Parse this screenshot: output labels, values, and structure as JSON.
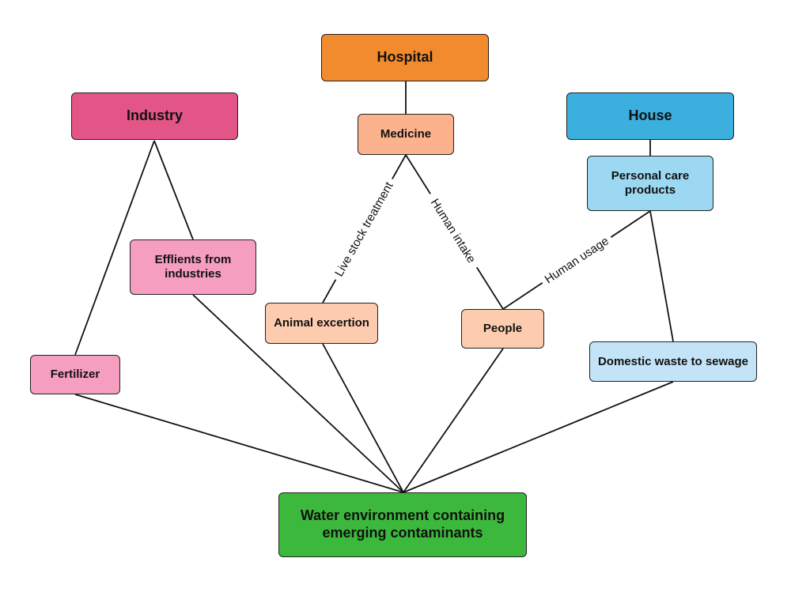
{
  "nodes": {
    "hospital": "Hospital",
    "industry": "Industry",
    "house": "House",
    "medicine": "Medicine",
    "personal_care": "Personal care products",
    "effluents": "Efflients from industries",
    "animal_excretion": "Animal excertion",
    "people": "People",
    "domestic_waste": "Domestic waste to sewage",
    "fertilizer": "Fertilizer",
    "water": "Water environment containing emerging contaminants"
  },
  "edge_labels": {
    "livestock": "Live stock treatment",
    "human_intake": "Human intake",
    "human_usage": "Human usage"
  },
  "colors": {
    "hospital": "#F28A2E",
    "industry": "#E35586",
    "house": "#3BAFDE",
    "medicine": "#FDB28E",
    "personal_care": "#9DD8F3",
    "effluents": "#F59EBF",
    "animal_excretion": "#FDCCAF",
    "people": "#FDCCAF",
    "domestic_waste": "#C2E4F6",
    "fertilizer": "#F59EBF",
    "water": "#3CB93C"
  }
}
